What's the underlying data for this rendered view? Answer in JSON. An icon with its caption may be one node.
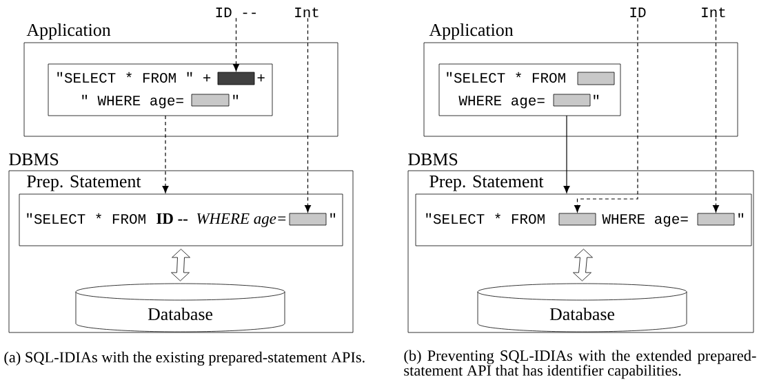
{
  "diagram": {
    "nodes": [
      {
        "text": [
          "Application"
        ]
      },
      {
        "text": [
          "\"SELECT * FROM \" +",
          "+",
          "\" WHERE age=",
          "\""
        ],
        "in": 0
      },
      {
        "text": [],
        "shape": "box",
        "in": 1
      },
      {
        "text": [],
        "shape": "box",
        "in": 1
      },
      {
        "text": [
          "ID --"
        ]
      },
      {
        "text": [
          "Int"
        ]
      },
      {
        "text": [
          "DBMS"
        ]
      },
      {
        "text": [
          "Prep. Statement",
          "\"SELECT * FROM",
          "ID --",
          "WHERE age=",
          "\""
        ],
        "in": 6
      },
      {
        "text": [],
        "shape": "box",
        "in": 7
      },
      {
        "text": [
          "Database"
        ],
        "in": 6
      },
      {
        "text": [
          "Application"
        ]
      },
      {
        "text": [
          "\"SELECT * FROM",
          "WHERE age=",
          "\""
        ],
        "in": 10
      },
      {
        "text": [],
        "shape": "box",
        "in": 11
      },
      {
        "text": [],
        "shape": "box",
        "in": 11
      },
      {
        "text": [
          "ID"
        ]
      },
      {
        "text": [
          "Int"
        ]
      },
      {
        "text": [
          "DBMS"
        ]
      },
      {
        "text": [
          "Prep. Statement",
          "\"SELECT * FROM",
          "WHERE age=",
          "\""
        ],
        "in": 16
      },
      {
        "text": [],
        "shape": "box",
        "in": 17
      },
      {
        "text": [],
        "shape": "box",
        "in": 17
      },
      {
        "text": [
          "Database"
        ],
        "in": 16
      }
    ],
    "edges": [
      {
        "from": 4,
        "to": 2,
        "arrow": "to",
        "style": "dashed"
      },
      {
        "from": 1,
        "to": 7,
        "arrow": "to",
        "style": "dashed"
      },
      {
        "from": 5,
        "to": 8,
        "arrow": "to",
        "style": "dashed"
      },
      {
        "from": 7,
        "to": 9,
        "arrow": "both"
      },
      {
        "from": 11,
        "to": 17,
        "arrow": "to"
      },
      {
        "from": 14,
        "to": 18,
        "arrow": "to",
        "style": "dashed"
      },
      {
        "from": 15,
        "to": 19,
        "arrow": "to",
        "style": "dashed"
      },
      {
        "from": 17,
        "to": 20,
        "arrow": "both"
      }
    ],
    "labels": [
      "(a) SQL-IDIAs with the existing prepared-statement APIs.",
      "(b) Preventing SQL-IDIAs with the extended prepared-statement API that has identifier capabilities."
    ]
  }
}
